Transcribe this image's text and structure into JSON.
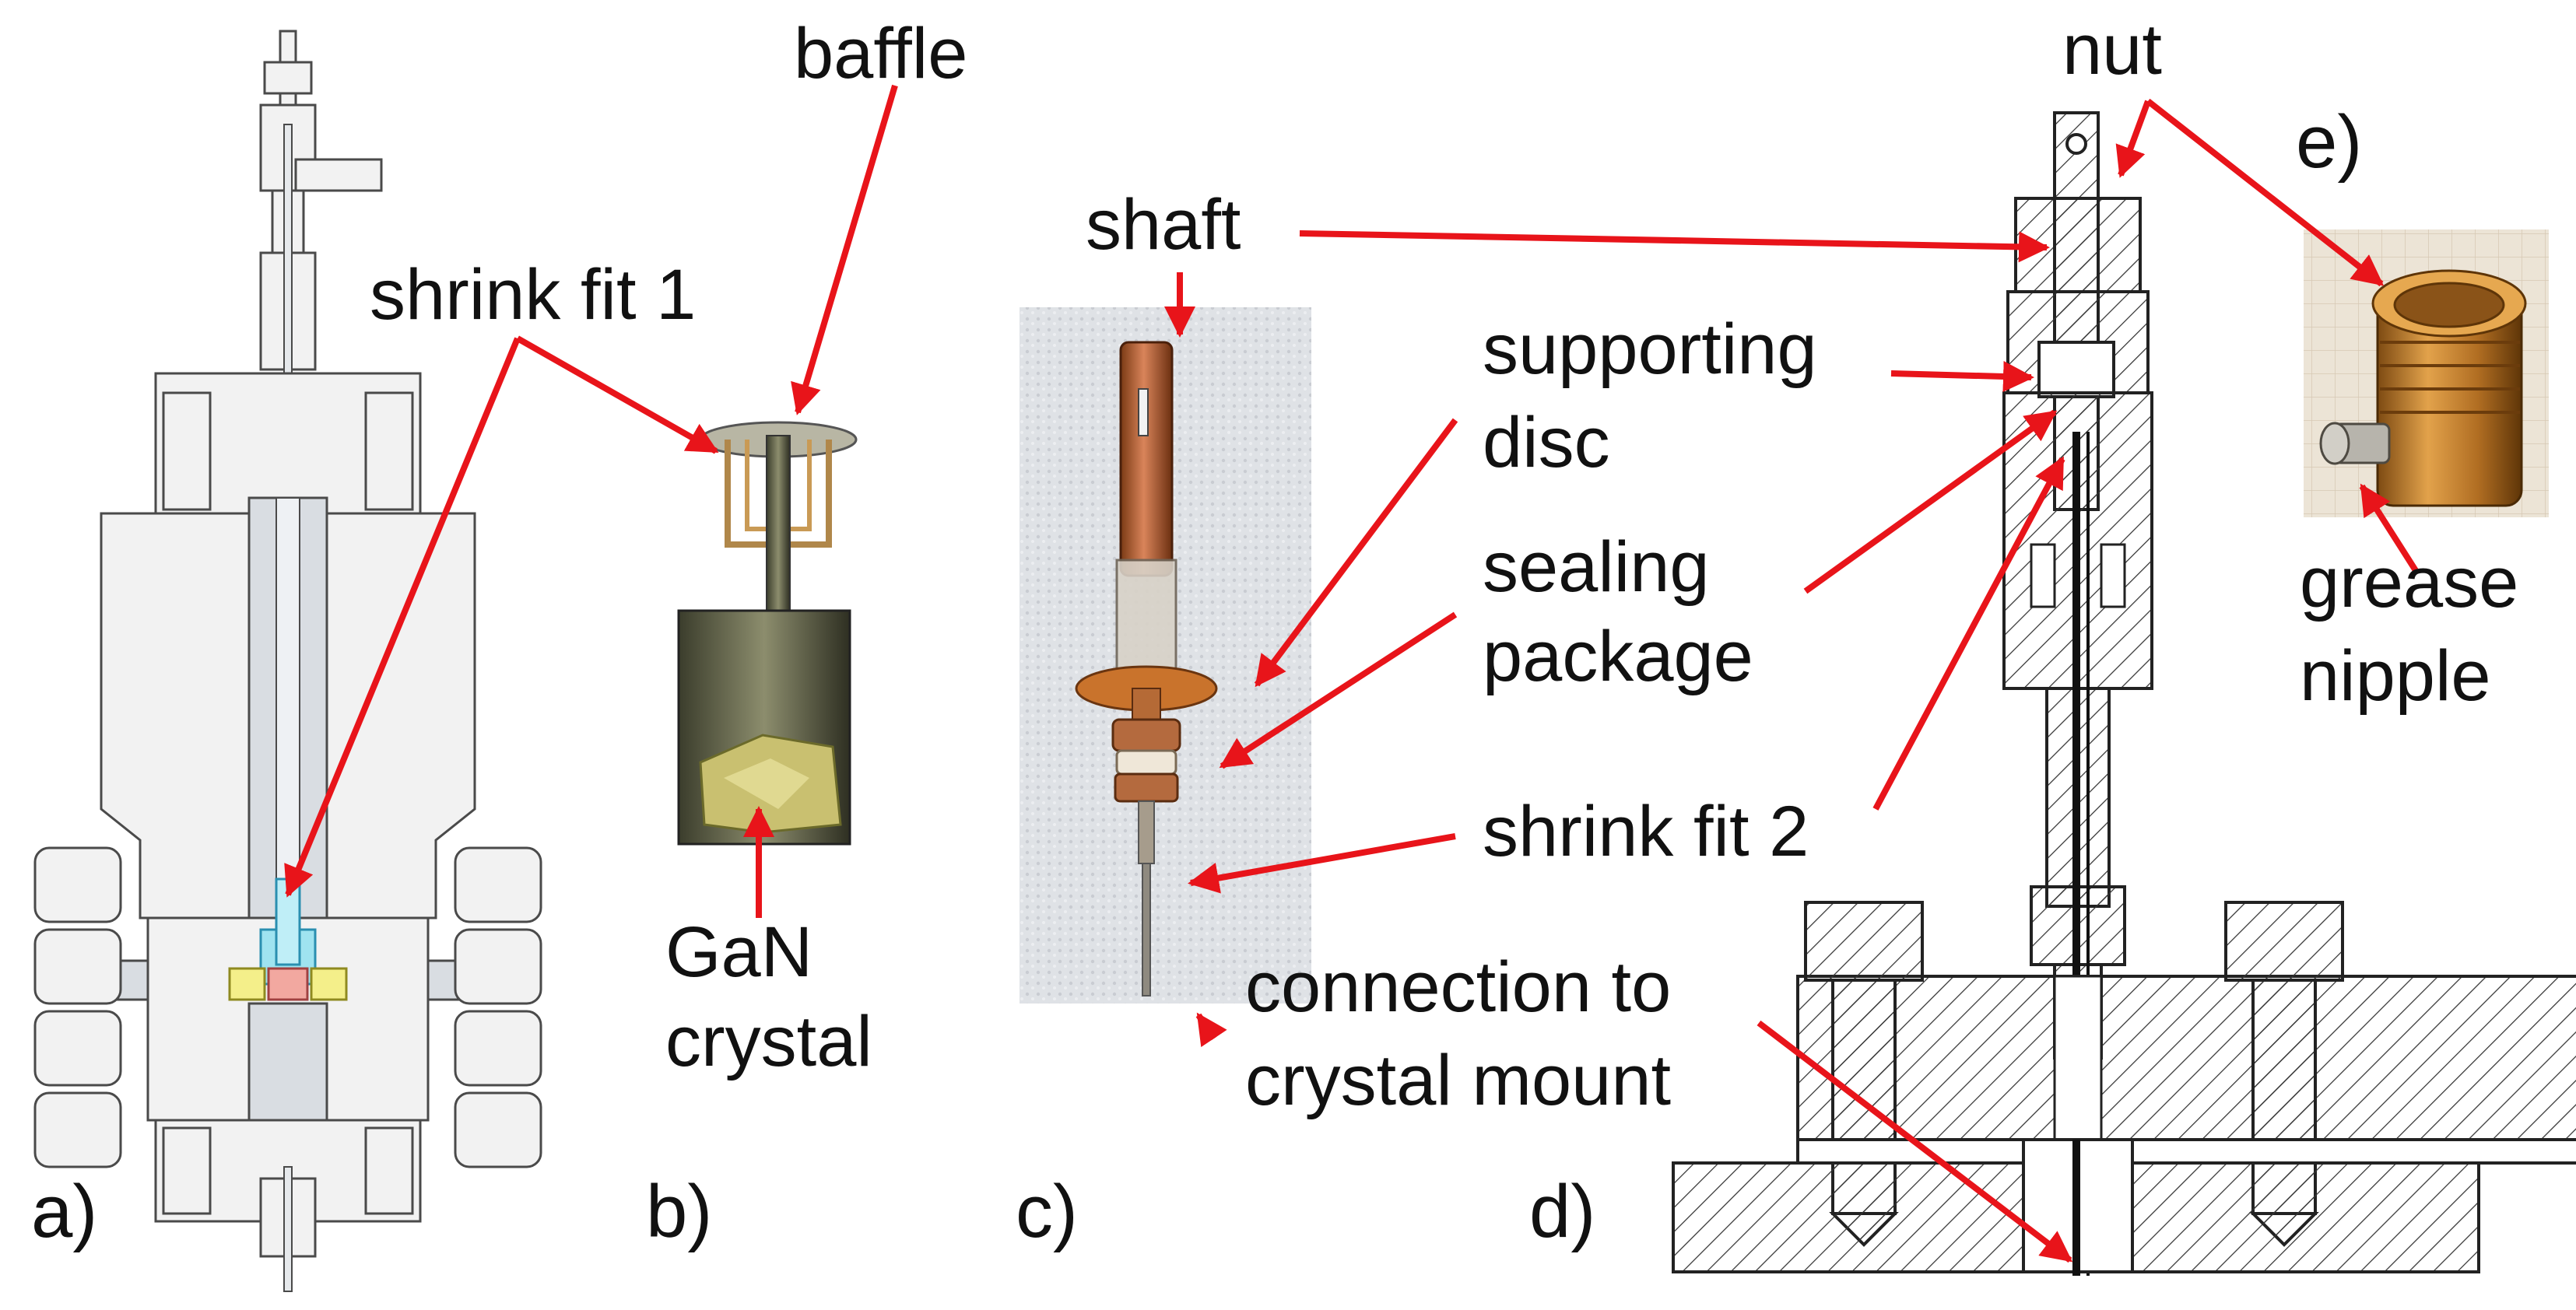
{
  "panels": {
    "a": "a)",
    "b": "b)",
    "c": "c)",
    "d": "d)",
    "e": "e)"
  },
  "labels": {
    "baffle": "baffle",
    "shrink_fit_1": "shrink fit 1",
    "gan_line1": "GaN",
    "gan_line2": "crystal",
    "shaft": "shaft",
    "supporting_line1": "supporting",
    "supporting_line2": "disc",
    "sealing_line1": "sealing",
    "sealing_line2": "package",
    "shrink_fit_2": "shrink fit 2",
    "connection_line1": "connection to",
    "connection_line2": "crystal mount",
    "nut": "nut",
    "grease_line1": "grease",
    "grease_line2": "nipple"
  },
  "colors": {
    "arrow": "#e8141a",
    "text": "#111111",
    "crystal_highlight": "#9fe3f0",
    "crystal_pink": "#f2a8a0",
    "crystal_yellow": "#f4ef8a",
    "brass": "#c2822f",
    "copper": "#b8622a"
  }
}
